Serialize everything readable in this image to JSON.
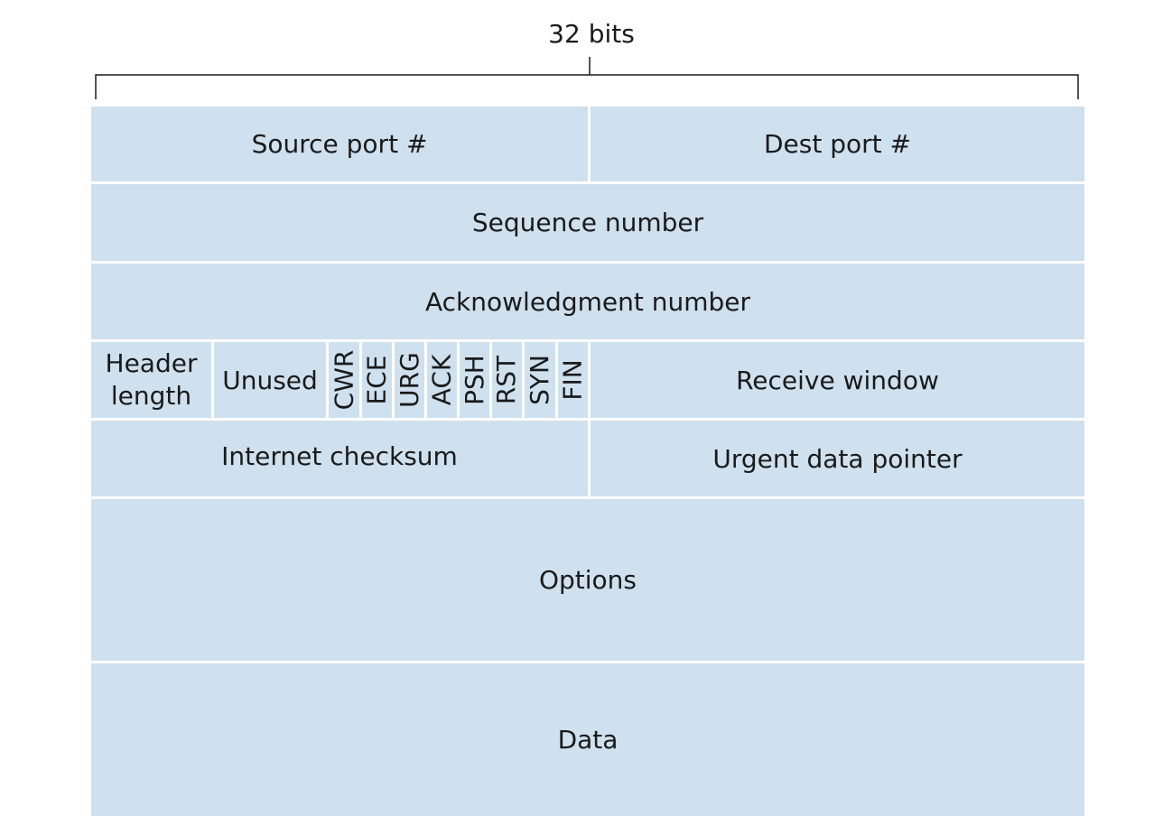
{
  "width_label": "32 bits",
  "fields": {
    "source_port": "Source port #",
    "dest_port": "Dest port #",
    "sequence_number": "Sequence number",
    "acknowledgment_number": "Acknowledgment number",
    "header_length_line1": "Header",
    "header_length_line2": "length",
    "unused": "Unused",
    "flags": [
      "CWR",
      "ECE",
      "URG",
      "ACK",
      "PSH",
      "RST",
      "SYN",
      "FIN"
    ],
    "receive_window": "Receive window",
    "internet_checksum": "Internet checksum",
    "urgent_data_pointer": "Urgent data pointer",
    "options": "Options",
    "data": "Data"
  },
  "colors": {
    "field_fill": "#cfe0ee",
    "separator": "#ffffff",
    "bracket": "#1a1a1a"
  }
}
